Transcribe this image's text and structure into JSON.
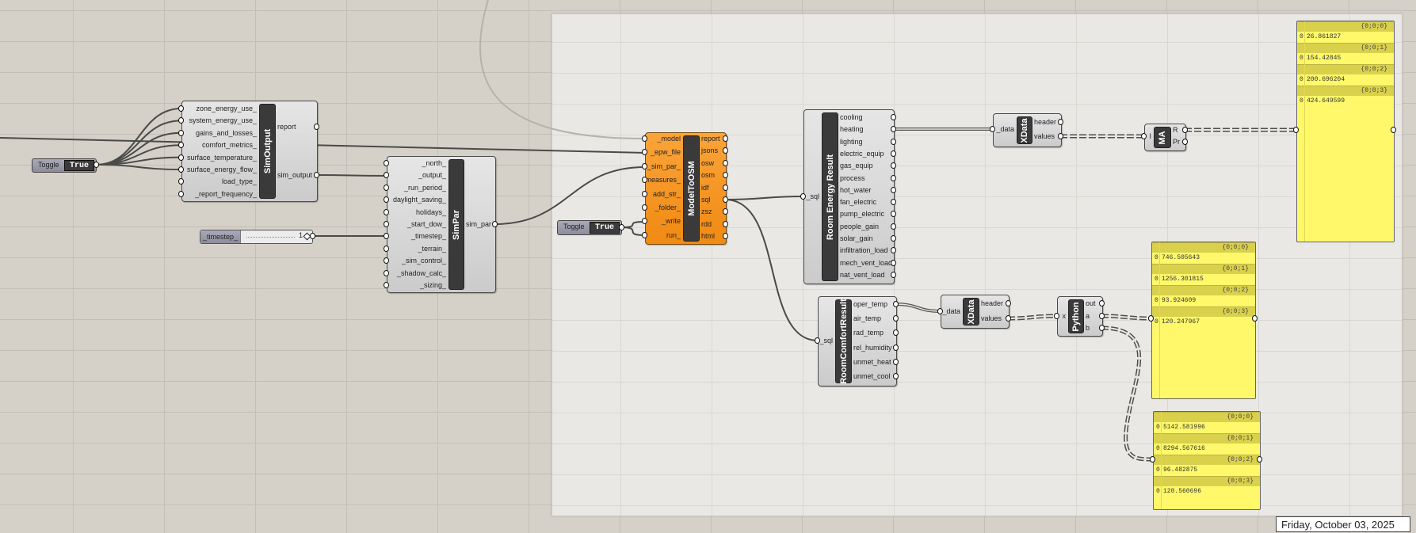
{
  "components": {
    "sim_output": {
      "title": "SimOutput",
      "inputs": [
        "zone_energy_use_",
        "system_energy_use_",
        "gains_and_losses_",
        "comfort_metrics_",
        "surface_temperature_",
        "surface_energy_flow_",
        "load_type_",
        "_report_frequency_"
      ],
      "outputs": [
        "report",
        "sim_output"
      ]
    },
    "sim_par": {
      "title": "SimPar",
      "inputs": [
        "_north_",
        "_output_",
        "_run_period_",
        "daylight_saving_",
        "holidays_",
        "_start_dow_",
        "_timestep_",
        "_terrain_",
        "_sim_control_",
        "_shadow_calc_",
        "_sizing_"
      ],
      "outputs": [
        "sim_par"
      ]
    },
    "model_to_osm": {
      "title": "ModelToOSM",
      "inputs": [
        "_model",
        "_epw_file",
        "_sim_par_",
        "measures_",
        "add_str_",
        "_folder_",
        "_write",
        "run_"
      ],
      "outputs": [
        "report",
        "jsons",
        "osw",
        "osm",
        "idf",
        "sql",
        "zsz",
        "rdd",
        "html"
      ]
    },
    "room_energy_result": {
      "title": "Room Energy Result",
      "inputs": [
        "_sql"
      ],
      "outputs": [
        "cooling",
        "heating",
        "lighting",
        "electric_equip",
        "gas_equip",
        "process",
        "hot_water",
        "fan_electric",
        "pump_electric",
        "people_gain",
        "solar_gain",
        "infiltration_load",
        "mech_vent_load",
        "nat_vent_load"
      ]
    },
    "room_comfort_result": {
      "title": "RoomComfortResult",
      "inputs": [
        "_sql"
      ],
      "outputs": [
        "oper_temp",
        "air_temp",
        "rad_temp",
        "rel_humidity",
        "unmet_heat",
        "unmet_cool"
      ]
    },
    "xdata_1": {
      "title": "XData",
      "inputs": [
        "_data"
      ],
      "outputs": [
        "header",
        "values"
      ]
    },
    "xdata_2": {
      "title": "XData",
      "inputs": [
        "_data"
      ],
      "outputs": [
        "header",
        "values"
      ]
    },
    "python": {
      "title": "Python",
      "inputs": [
        "x"
      ],
      "outputs": [
        "out",
        "a",
        "b"
      ]
    },
    "ma": {
      "title": "MA",
      "inputs": [
        "I"
      ],
      "outputs": [
        "R",
        "Pr"
      ]
    }
  },
  "toggles": [
    {
      "label": "Toggle",
      "value": "True"
    },
    {
      "label": "Toggle",
      "value": "True"
    }
  ],
  "slider": {
    "label": "_timestep_",
    "value": "1"
  },
  "panels": [
    {
      "items": [
        {
          "path": "{0;0;0}",
          "index": "0",
          "value": "26.861827"
        },
        {
          "path": "{0;0;1}",
          "index": "0",
          "value": "154.42845"
        },
        {
          "path": "{0;0;2}",
          "index": "0",
          "value": "200.696204"
        },
        {
          "path": "{0;0;3}",
          "index": "0",
          "value": "424.649599"
        }
      ]
    },
    {
      "items": [
        {
          "path": "{0;0;0}",
          "index": "0",
          "value": "746.505643"
        },
        {
          "path": "{0;0;1}",
          "index": "0",
          "value": "1256.301815"
        },
        {
          "path": "{0;0;2}",
          "index": "0",
          "value": "93.924609"
        },
        {
          "path": "{0;0;3}",
          "index": "0",
          "value": "120.247967"
        }
      ]
    },
    {
      "items": [
        {
          "path": "{0;0;0}",
          "index": "0",
          "value": "5142.581996"
        },
        {
          "path": "{0;0;1}",
          "index": "0",
          "value": "8294.567616"
        },
        {
          "path": "{0;0;2}",
          "index": "0",
          "value": "96.482875"
        },
        {
          "path": "{0;0;3}",
          "index": "0",
          "value": "120.560696"
        }
      ]
    }
  ],
  "status_date": "Friday, October 03, 2025",
  "colors": {
    "canvas": "#d5d1c9",
    "group": "#e9e8e4",
    "panel": "#fef86a",
    "orange_component": "#f7931e",
    "wire": "#4a4a48"
  }
}
